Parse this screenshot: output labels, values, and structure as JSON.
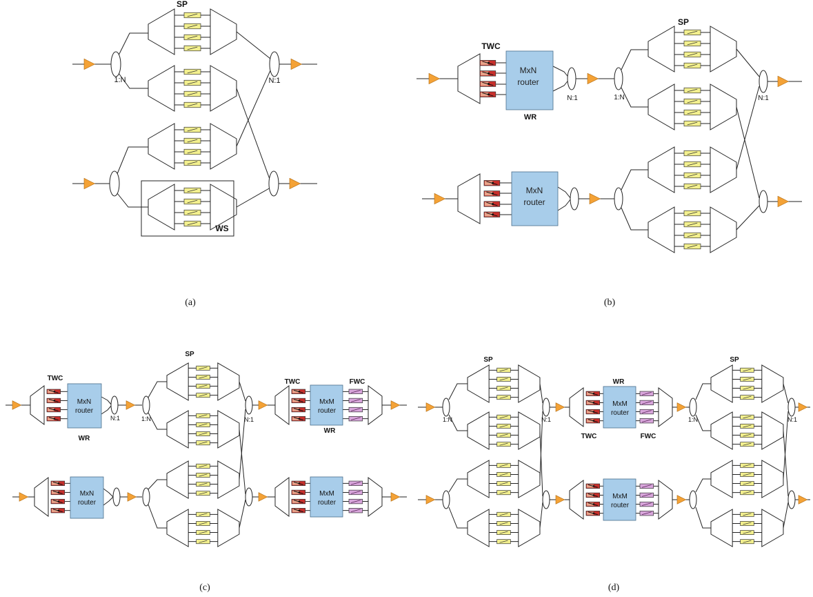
{
  "labels": {
    "sp": "SP",
    "twc": "TWC",
    "fwc": "FWC",
    "wr": "WR",
    "ws": "WS",
    "split": "1:N",
    "comb": "N:1",
    "mxn_line1": "MxN",
    "mxm_line1": "MxM",
    "router_line2": "router"
  },
  "captions": {
    "a": "(a)",
    "b": "(b)",
    "c": "(c)",
    "d": "(d)"
  },
  "colors": {
    "amplifier": "#f4a236",
    "sp_element": "#f3f08e",
    "twc_element": "#c8302c",
    "fwc_element": "#d9a6dc",
    "router": "#a8cdea",
    "line": "#222222"
  }
}
